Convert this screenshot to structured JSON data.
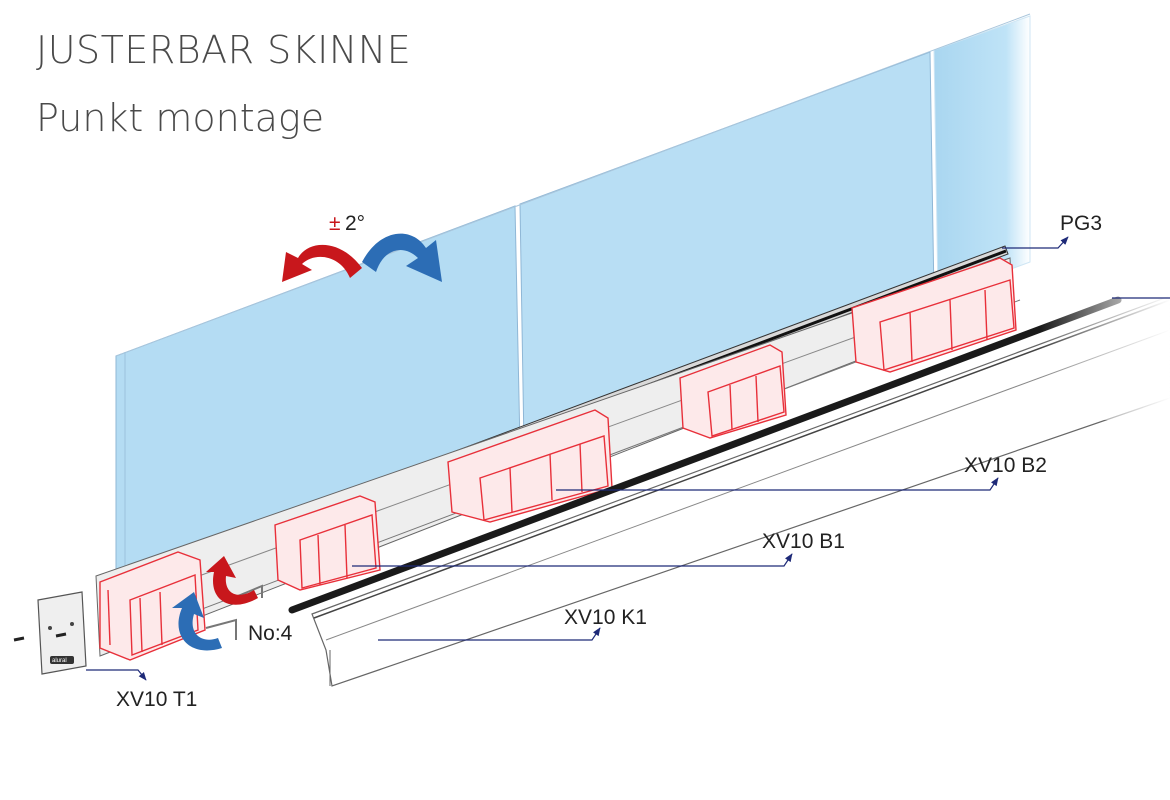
{
  "header": {
    "title": "JUSTERBAR SKINNE",
    "subtitle": "Punkt montage"
  },
  "annotations": {
    "angle_symbol": "±",
    "angle_value": "2°",
    "pg3": "PG3",
    "xv10_b2": "XV10 B2",
    "xv10_b1": "XV10 B1",
    "xv10_k1": "XV10 K1",
    "no4": "No:4",
    "xv10_t1": "XV10 T1",
    "endcap_logo": "alural"
  },
  "colors": {
    "glass": "#bfe3f7",
    "glass_edge": "#8fb7d6",
    "bracket": "#e8303a",
    "bracket_fill": "#fde9ea",
    "rotate_red": "#c8171c",
    "rotate_blue": "#2c6db5",
    "leader": "#1e2a78",
    "profile": "#555555",
    "gasket": "#1a1a1a"
  }
}
